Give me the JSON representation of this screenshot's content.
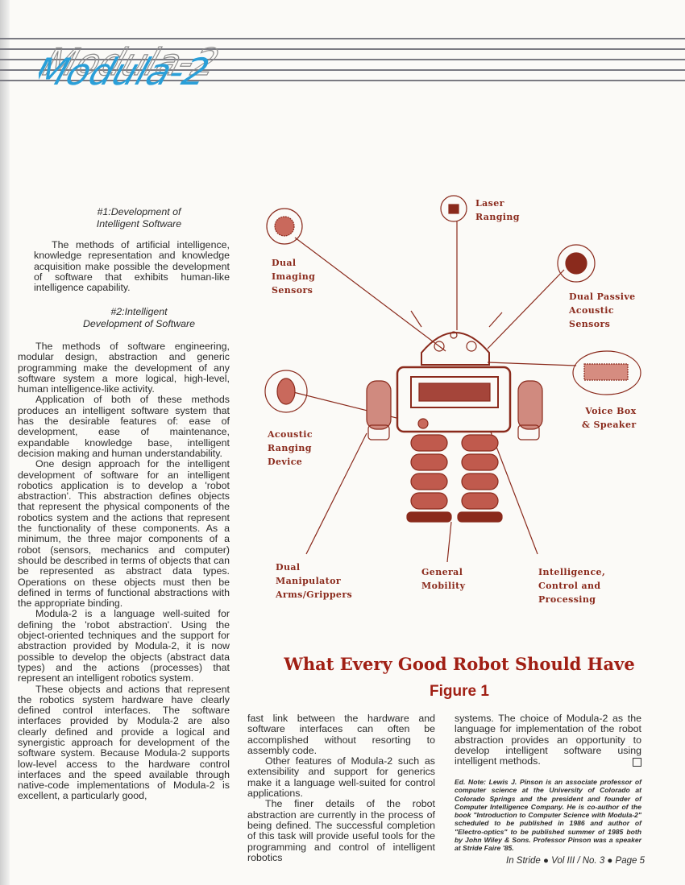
{
  "logo": {
    "text": "Modula-2"
  },
  "col1": {
    "heading1": [
      "#1:Development of",
      "Intelligent Software"
    ],
    "para1": "The methods of artificial intelligence, knowledge representation and knowledge acquisition make possible the development of software that exhibits human-like intelligence capability.",
    "heading2": [
      "#2:Intelligent",
      "Development of Software"
    ],
    "para2": "The methods of software engineering, modular design, abstraction and generic programming make the development of any software system a more logical, high-level, human intelligence-like activity.",
    "para3": "Application of both of these methods produces an intelligent software system that has the desirable features of: ease of development, ease of maintenance, expandable knowledge base, intelligent decision making and human understandability.",
    "para4": "One design approach for the intelligent development of software for an intelligent robotics application is to develop a 'robot abstraction'. This abstraction defines objects that represent the physical components of the robotics system and the actions that represent the functionality of these components. As a minimum, the three major components of a robot (sensors, mechanics and computer) should be described in terms of objects that can be represented as abstract data types. Operations on these objects must then be defined in terms of functional abstractions with the appropriate binding.",
    "para5": "Modula-2 is a language well-suited for defining the 'robot abstraction'. Using the object-oriented techniques and the support for abstraction provided by Modula-2, it is now possible to develop the objects (abstract data types) and the actions (processes) that represent an intelligent robotics system.",
    "para6": "These objects and actions that represent the robotics system hardware have clearly defined control interfaces. The software interfaces provided by Modula-2 are also clearly defined and provide a logical and synergistic approach for development of the software system. Because Modula-2 supports low-level access to the hardware control interfaces and the speed available through native-code implementations of Modula-2 is excellent, a particularly good,"
  },
  "figure": {
    "labels": {
      "laser": "Laser\nRanging",
      "dual_imaging": "Dual\nImaging\nSensors",
      "dual_passive": "Dual Passive\nAcoustic\nSensors",
      "voice": "Voice Box\n& Speaker",
      "acoustic_ranging": "Acoustic\nRanging\nDevice",
      "manipulator": "Dual\nManipulator\nArms/Grippers",
      "mobility": "General\nMobility",
      "intelligence": "Intelligence,\nControl and\nProcessing"
    },
    "title": "What Every Good Robot Should Have",
    "subtitle": "Figure 1"
  },
  "col2": {
    "para1": "fast link between the hardware and software interfaces can often be accomplished without resorting to assembly code.",
    "para2": "Other features of Modula-2 such as extensibility and support for generics make it a language well-suited for control applications.",
    "para3": "The finer details of the robot abstraction are currently in the process of being defined. The successful completion of this task will provide useful tools for the programming and control of intelligent robotics"
  },
  "col3": {
    "para1": "systems. The choice of Modula-2 as the language for implementation of the robot abstraction provides an opportunity to develop intelligent software using intelligent methods.",
    "ednote": "Ed. Note: Lewis J. Pinson is an associate professor of computer science at the University of Colorado at Colorado Springs and the president and founder of Computer Intelligence Company. He is co-author of the book \"Introduction to Computer Science with Modula-2\" scheduled to be published in 1986 and author of \"Electro-optics\" to be published summer of 1985 both by John Wiley & Sons. Professor Pinson was a speaker at Stride Faire '85."
  },
  "footer": {
    "text": "In Stride ● Vol III / No. 3 ● Page 5"
  },
  "colors": {
    "robot": "#8a2a1c",
    "caption": "#a01f14",
    "logo": "#2a9fd8"
  }
}
